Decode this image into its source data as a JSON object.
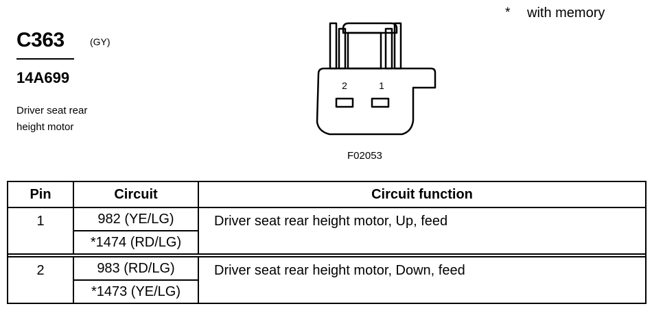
{
  "header": {
    "connector_id": "C363",
    "color_code": "(GY)",
    "part_number": "14A699",
    "description_line1": "Driver seat rear",
    "description_line2": "height motor",
    "note_marker": "*",
    "note_text": "with memory"
  },
  "figure": {
    "code": "F02053",
    "pin_labels": [
      "2",
      "1"
    ]
  },
  "table": {
    "headers": [
      "Pin",
      "Circuit",
      "Circuit function"
    ],
    "rows": [
      {
        "pin": "1",
        "circuits": [
          "982 (YE/LG)",
          "*1474 (RD/LG)"
        ],
        "function": "Driver seat rear height motor, Up, feed"
      },
      {
        "pin": "2",
        "circuits": [
          "983 (RD/LG)",
          "*1473 (YE/LG)"
        ],
        "function": "Driver seat rear height motor, Down, feed"
      }
    ]
  }
}
